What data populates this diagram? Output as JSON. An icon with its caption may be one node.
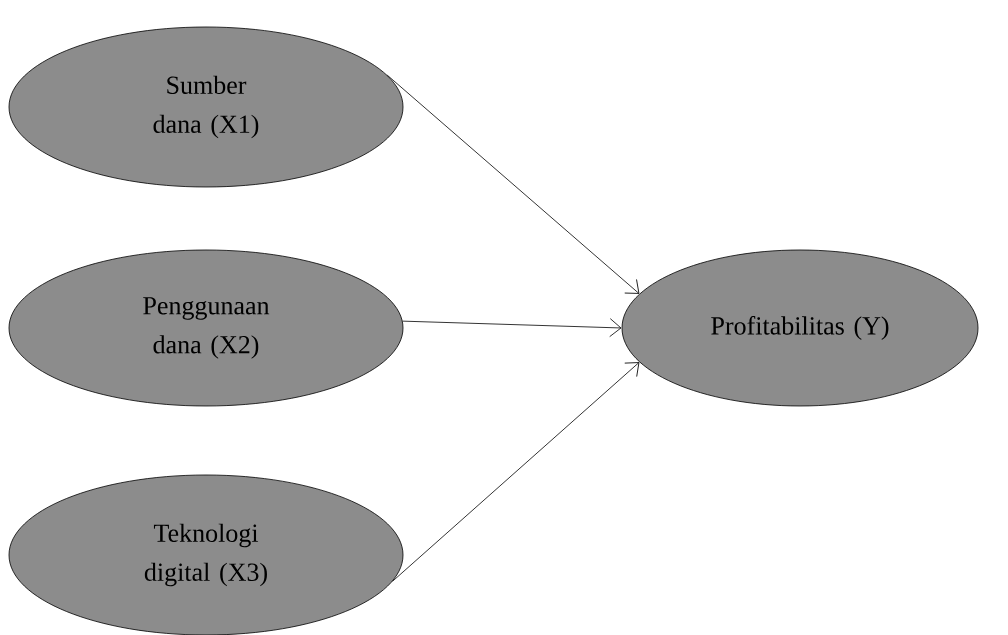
{
  "diagram": {
    "nodes": [
      {
        "text": [
          "Sumber dana (X1)"
        ]
      },
      {
        "text": [
          "Penggunaan dana (X2)"
        ]
      },
      {
        "text": [
          "Teknologi digital (X3)"
        ]
      },
      {
        "text": [
          "Profitabilitas (Y)"
        ]
      }
    ],
    "edges": [
      {
        "from": 0,
        "to": 3,
        "arrow": "to"
      },
      {
        "from": 1,
        "to": 3,
        "arrow": "to"
      },
      {
        "from": 2,
        "to": 3,
        "arrow": "to"
      }
    ]
  }
}
